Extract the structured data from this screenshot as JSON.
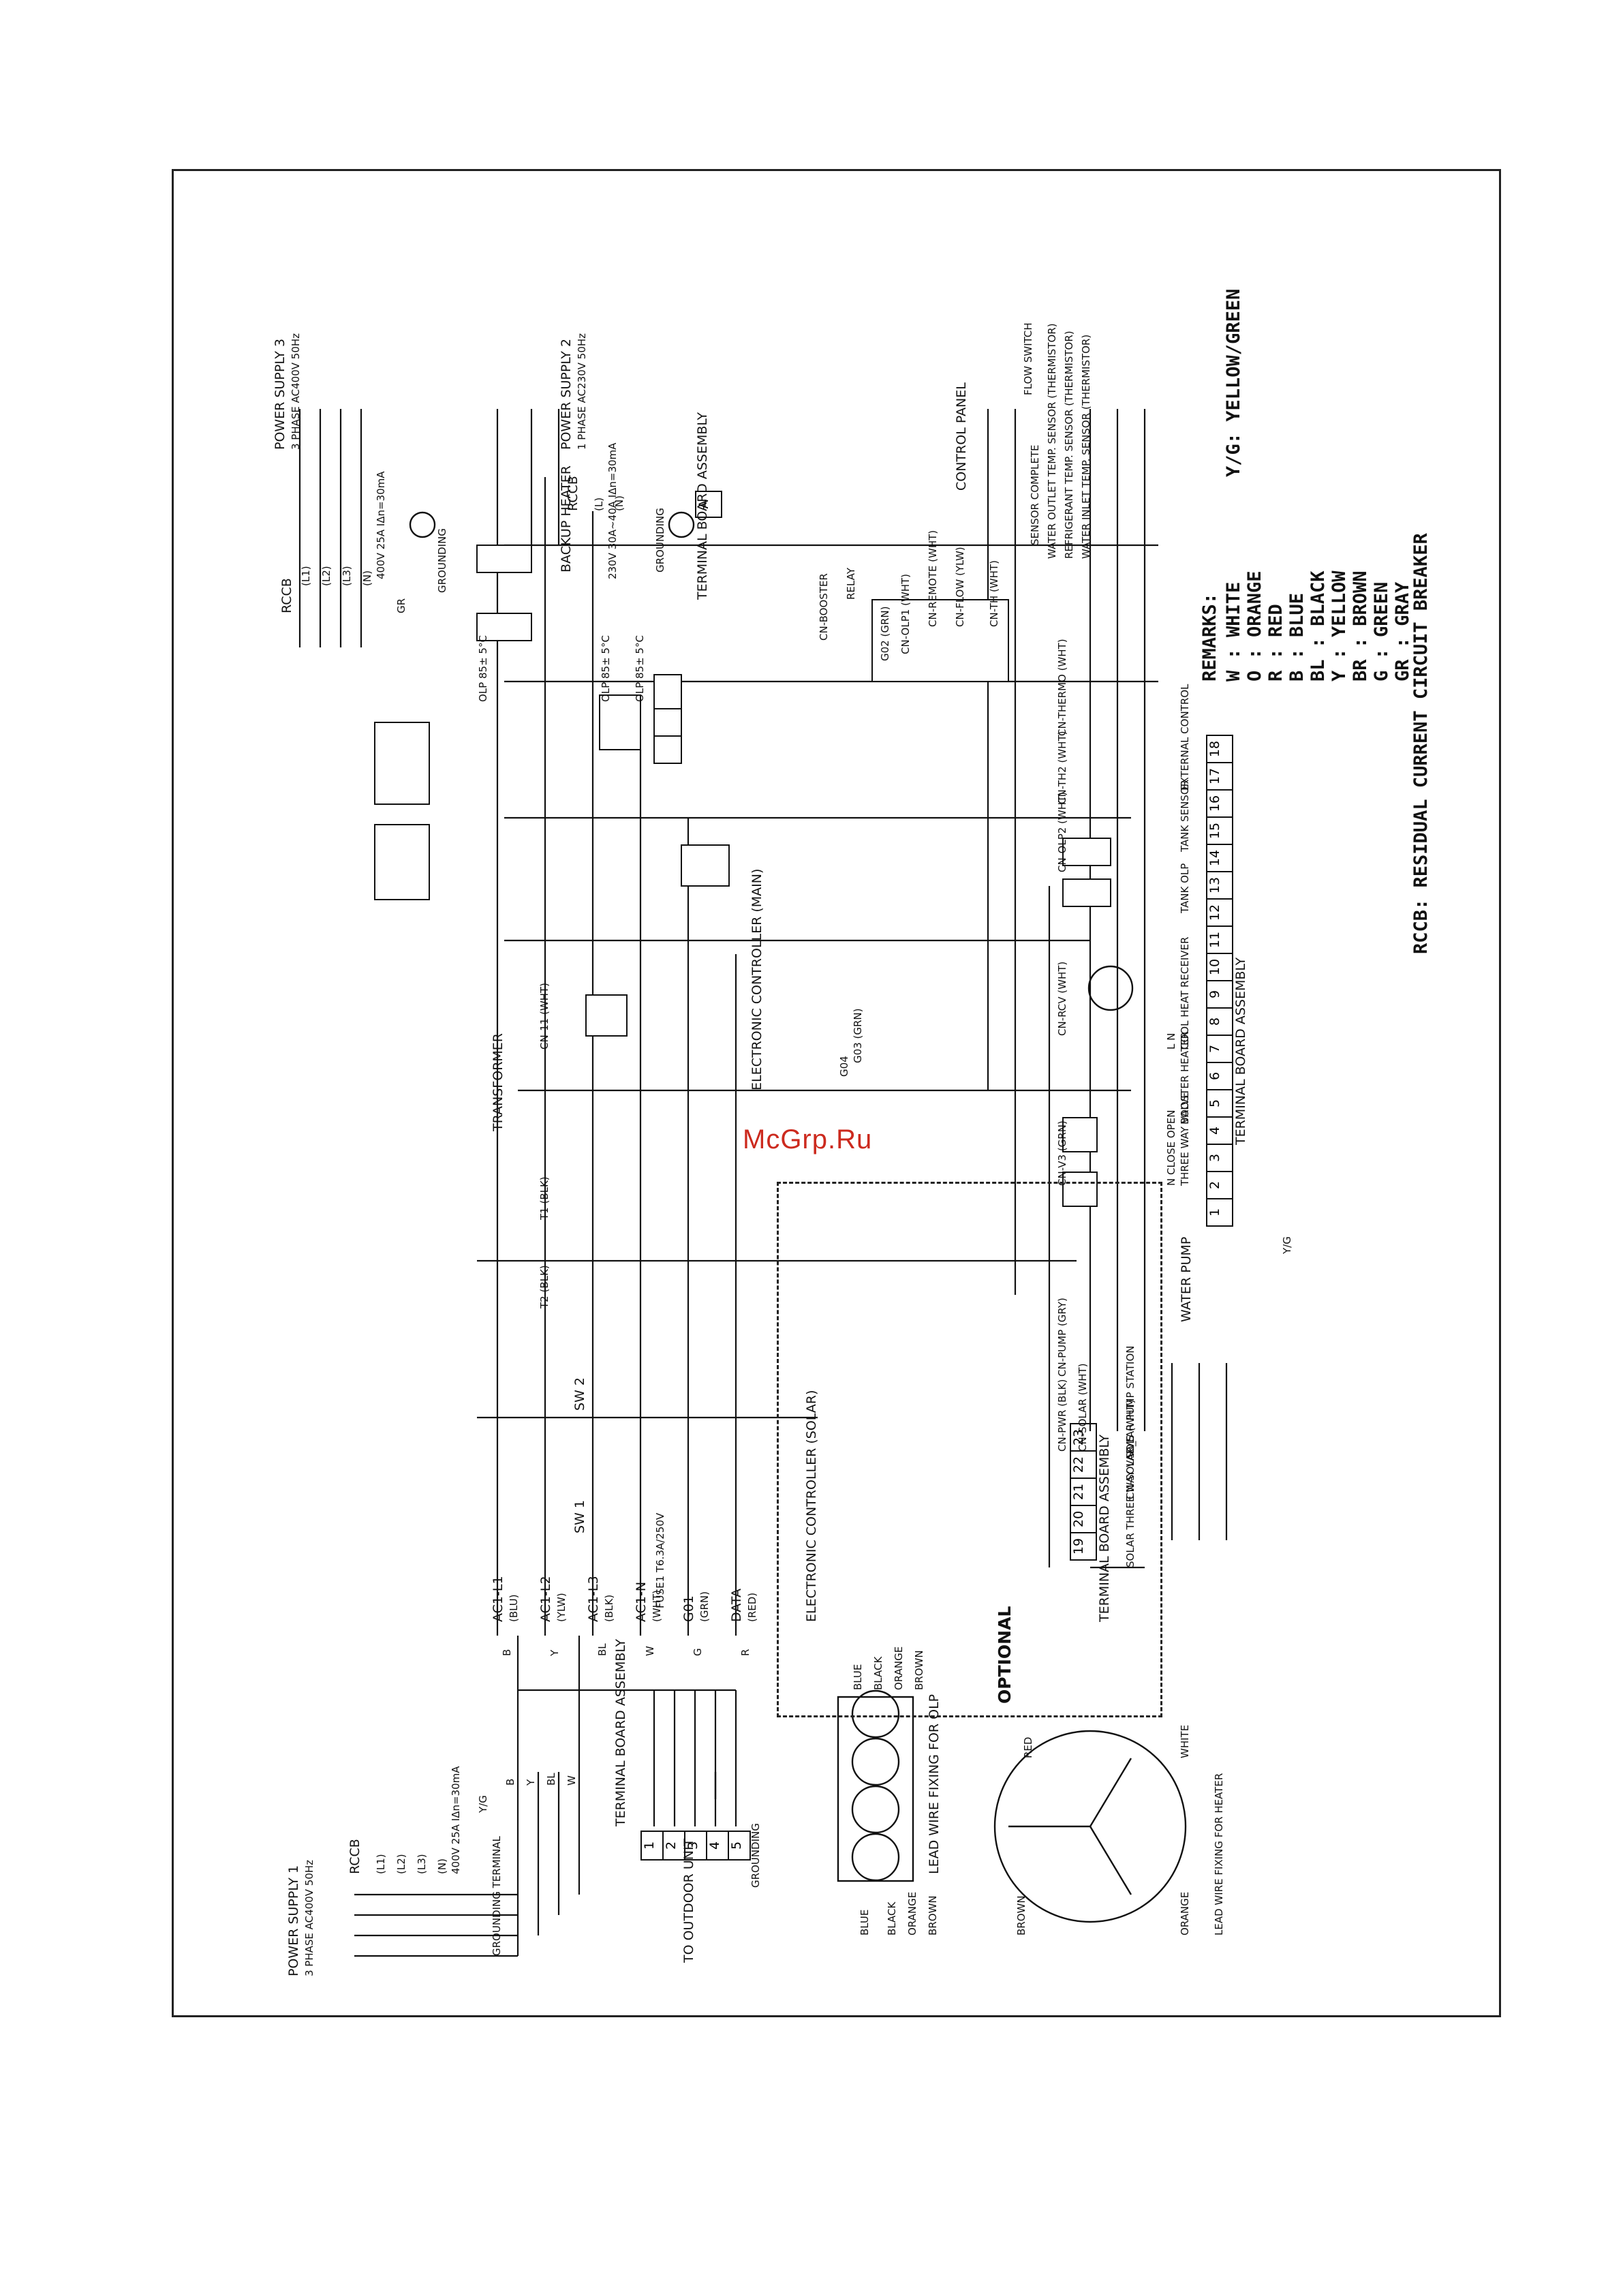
{
  "watermark": "McGrp.Ru",
  "remarks": {
    "title": "REMARKS:",
    "lines": [
      "W   : WHITE",
      "O   : ORANGE",
      "R   : RED",
      "B   : BLUE",
      "BL  : BLACK",
      "Y   : YELLOW",
      "BR  : BROWN",
      "G   : GREEN",
      "GR  : GRAY",
      "Y/G: YELLOW/GREEN",
      "RCCB: RESIDUAL CURRENT CIRCUIT BREAKER"
    ]
  },
  "power_supply_1": {
    "title": "POWER SUPPLY 1",
    "sub": "3 PHASE AC400V 50Hz",
    "rccb": "RCCB",
    "rating": "400V 25A IΔn=30mA",
    "terminals": [
      "(L1)",
      "(L2)",
      "(L3)",
      "(N)"
    ],
    "wires": [
      "B",
      "Y",
      "BL",
      "W"
    ],
    "ground": "GROUNDING TERMINAL",
    "ground_wire": "Y/G"
  },
  "power_supply_2": {
    "title": "POWER SUPPLY 2",
    "sub": "1 PHASE AC230V 50Hz",
    "rccb": "RCCB",
    "rating": "230V 30A~40A IΔn=30mA",
    "terminals": [
      "(L)",
      "(N)"
    ],
    "ground": "GROUNDING"
  },
  "power_supply_3": {
    "title": "POWER SUPPLY 3",
    "sub": "3 PHASE AC400V 50Hz",
    "rccb": "RCCB",
    "rating": "400V 25A IΔn=30mA",
    "terminals": [
      "(L1)",
      "(L2)",
      "(L3)",
      "(N)"
    ],
    "ground": "GROUNDING",
    "wire": "GR"
  },
  "terminal_board_outdoor": {
    "title": "TERMINAL BOARD ASSEMBLY",
    "cells": [
      "1",
      "2",
      "3",
      "4",
      "5"
    ],
    "to": "TO OUTDOOR UNIT",
    "ground": "GROUNDING"
  },
  "terminal_board_top": {
    "title": "TERMINAL BOARD ASSEMBLY",
    "cell": "A"
  },
  "terminal_board_right": {
    "title": "TERMINAL BOARD ASSEMBLY",
    "cells": [
      "1",
      "2",
      "3",
      "4",
      "5",
      "6",
      "7",
      "8",
      "9",
      "10",
      "11",
      "12",
      "13",
      "14",
      "15",
      "16",
      "17",
      "18"
    ]
  },
  "terminal_board_solar": {
    "title": "TERMINAL BOARD ASSEMBLY",
    "cells": [
      "19",
      "20",
      "21",
      "22",
      "23"
    ]
  },
  "controller": {
    "main": "ELECTRONIC CONTROLLER (MAIN)",
    "solar": "ELECTRONIC CONTROLLER (SOLAR)",
    "optional": "OPTIONAL"
  },
  "controller_pins": [
    {
      "name": "AC1-L1",
      "color": "(BLU)",
      "wire": "B"
    },
    {
      "name": "AC1-L2",
      "color": "(YLW)",
      "wire": "Y"
    },
    {
      "name": "AC1-L3",
      "color": "(BLK)",
      "wire": "BL"
    },
    {
      "name": "AC1-N",
      "color": "(WHT)",
      "wire": "W"
    },
    {
      "name": "G01",
      "color": "(GRN)",
      "wire": "G"
    },
    {
      "name": "DATA",
      "color": "(RED)",
      "wire": "R"
    }
  ],
  "parts": {
    "transformer": "TRANSFORMER",
    "t1": "T1 (BLK)",
    "t2": "T2 (BLK)",
    "cn11": "CN-11 (WHT)",
    "sw1": "SW 1",
    "sw2": "SW 2",
    "fuse": "FUSE1 T6.3A/250V",
    "backup_heater": "BACKUP HEATER",
    "olp1": "OLP 85± 5°C",
    "olp2": "OLP 85± 5°C",
    "olp3": "OLP 85± 5°C",
    "relay": "RELAY",
    "control_panel": "CONTROL PANEL",
    "flow_switch": "FLOW SWITCH",
    "sensors": [
      "SENSOR COMPLETE",
      "WATER OUTLET TEMP. SENSOR (THERMISTOR)",
      "REFRIGERANT TEMP. SENSOR (THERMISTOR)",
      "WATER INLET TEMP. SENSOR (THERMISTOR)"
    ],
    "cn_remote": "CN-REMOTE (WHT)",
    "cn_flow": "CN-FLOW (YLW)",
    "cn_th": "CN-TH (WHT)",
    "cn_olp1": "CN-OLP1 (WHT)",
    "cn_booster": "CN-BOOSTER",
    "cn_olp2": "CN-OLP2 (WHT)",
    "cn_th2": "CN-TH2 (WHT)",
    "cn_thermo": "CN-THERMO (WHT)",
    "cn_rcv": "CN-RCV (WHT)",
    "cn_v3": "CN-V3 (GRN)",
    "cn_pump": "CN-PUMP (GRY)",
    "cn_pwr": "CN-PWR (BLK)",
    "cn_solar": "CN-SOLAR (WHT)",
    "cn_solar_s": "CN-SOLAR_S (WHT)",
    "g03": "G03 (GRN)",
    "g04": "G04",
    "g02": "G02 (GRN)",
    "water_pump": "WATER PUMP",
    "three_way_valve": "THREE WAY VALVE",
    "booster_heater": "BOOSTER HEATER",
    "cool_heat_receiver": "COOL HEAT RECEIVER",
    "tank_olp": "TANK OLP",
    "tank_sensor": "TANK SENSOR",
    "external_control": "EXTERNAL CONTROL",
    "solar_three_way_valve": "SOLAR THREE WAY VALVE",
    "solar_pump_station": "SOLAR PUMP STATION",
    "close_open_n": "N  CLOSE OPEN",
    "ac_l_n": "L  N",
    "yg": "Y/G"
  },
  "olp_fixing": {
    "title": "LEAD WIRE FIXING FOR OLP",
    "colors": [
      "BLUE",
      "BLACK",
      "ORANGE",
      "BROWN"
    ],
    "wires_top": [
      "BLUE",
      "BLACK",
      "ORANGE",
      "BROWN"
    ]
  },
  "heater_fixing": {
    "title": "LEAD WIRE FIXING FOR HEATER",
    "colors": [
      "RED",
      "WHITE",
      "BROWN",
      "ORANGE"
    ]
  }
}
